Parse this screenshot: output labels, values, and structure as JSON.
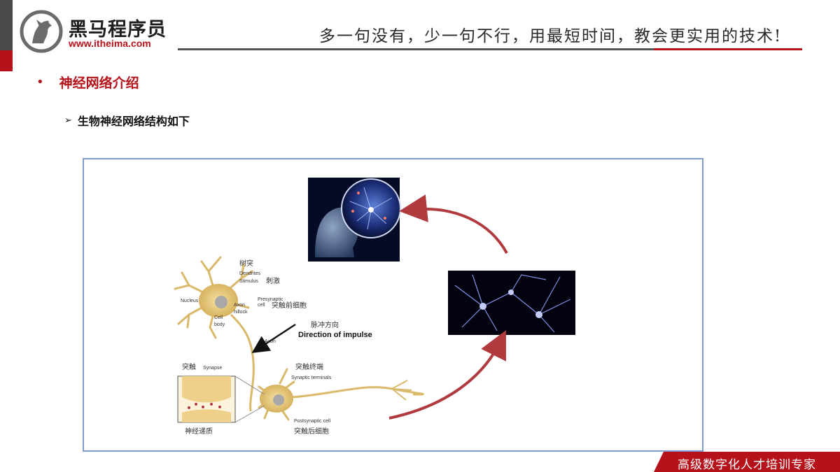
{
  "header": {
    "brand_name": "黑马程序员",
    "brand_url": "www.itheima.com",
    "slogan": "多一句没有，少一句不行，用最短时间，教会更实用的技术!"
  },
  "content": {
    "bullet": "•",
    "title": "神经网络介绍",
    "sub_bullet": "➢",
    "subtitle": "生物神经网络结构如下"
  },
  "figure": {
    "labels": {
      "dendrites_cn": "树突",
      "dendrites_en": "Dendrites",
      "stimulus_en": "Stimulus",
      "stimulus_cn": "刺激",
      "nucleus": "Nucleus",
      "axon_hillock_1": "Axon",
      "axon_hillock_2": "hillock",
      "cell_body_1": "Cell",
      "cell_body_2": "body",
      "presynaptic_1": "Presynaptic",
      "presynaptic_2": "cell",
      "presynaptic_cn": "突触前细胞",
      "impulse_cn": "脉冲方向",
      "impulse_en": "Direction of impulse",
      "axon": "Axon",
      "synapse_cn": "突触",
      "synapse_en": "Synapse",
      "terminals_cn": "突触终端",
      "terminals_en": "Synaptic terminals",
      "postsynaptic_en": "Postsynaptic cell",
      "postsynaptic_cn": "突触后细胞",
      "neurotransmitter_cn": "神经递质"
    }
  },
  "footer": {
    "text": "高级数字化人才培训专家"
  },
  "colors": {
    "brand_red": "#b5121b",
    "frame_blue": "#7f9ccc",
    "arrow_red": "#b03a3e",
    "axon_yellow": "#e2c77a"
  }
}
